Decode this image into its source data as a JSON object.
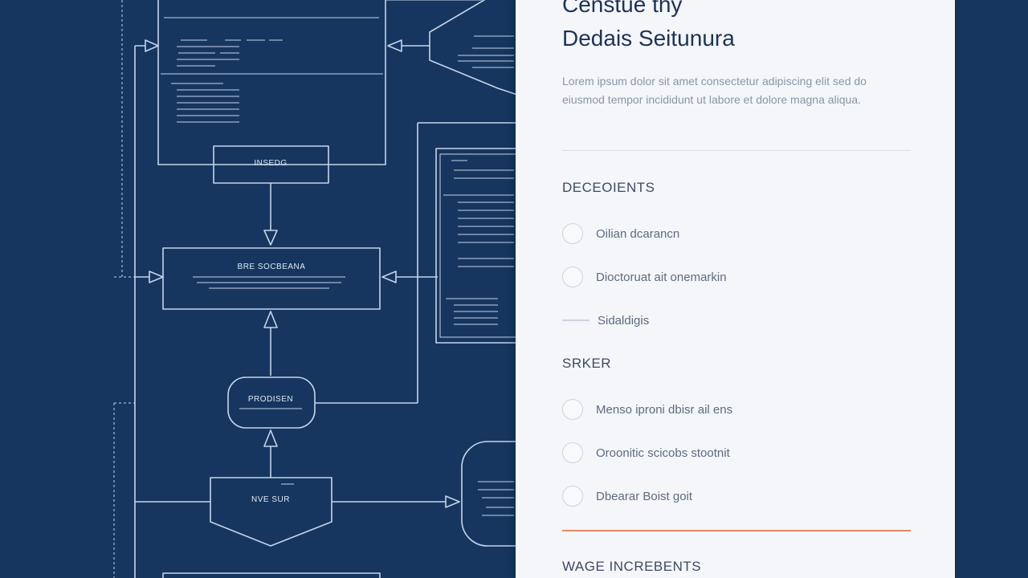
{
  "colors": {
    "background": "#16365f",
    "line": "#c5d4ea",
    "panel_bg": "#f4f6fa",
    "accent_rule": "#e88a63"
  },
  "diagram": {
    "box_top_label": "INSEDG",
    "box_mid_label": "BRE SOCBEANA",
    "pill_label": "PRODISEN",
    "shield_label": "NVE SUR"
  },
  "panel": {
    "title_line1": "Censtue thy",
    "title_line2": "Dedais Seitunura",
    "description": "Lorem ipsum dolor sit amet consectetur adipiscing elit sed do eiusmod tempor incididunt ut labore et dolore magna aliqua.",
    "sections": [
      {
        "heading": "DECEOIENTS",
        "options": [
          {
            "label": "Oilian dcarancn",
            "marker": "radio"
          },
          {
            "label": "Dioctoruat ait onemarkin",
            "marker": "radio"
          },
          {
            "label": "Sidaldigis",
            "marker": "dash"
          }
        ]
      },
      {
        "heading": "SRKER",
        "options": [
          {
            "label": "Menso iproni dbisr ail ens",
            "marker": "radio"
          },
          {
            "label": "Oroonitic scicobs stootnit",
            "marker": "radio"
          },
          {
            "label": "Dbearar Boist goit",
            "marker": "radio"
          }
        ]
      },
      {
        "heading": "WAGE INCREBENTS",
        "options": []
      }
    ]
  }
}
